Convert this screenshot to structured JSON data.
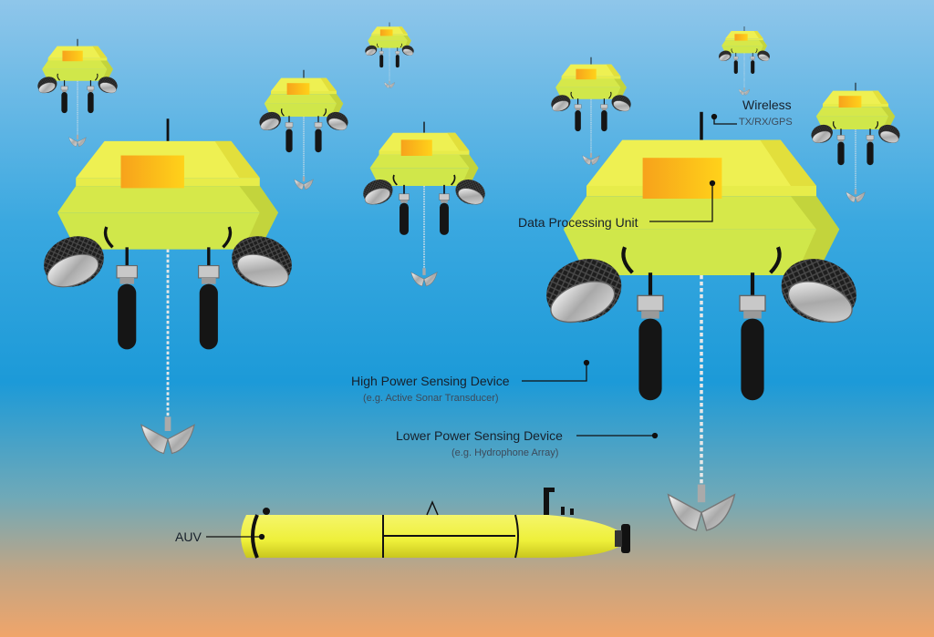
{
  "labels": {
    "wireless": "Wireless",
    "wireless_sub": "TX/RX/GPS",
    "data_processing": "Data Processing Unit",
    "high_power": "High Power Sensing Device",
    "high_power_sub": "(e.g. Active Sonar Transducer)",
    "lower_power": "Lower Power Sensing Device",
    "lower_power_sub": "(e.g. Hydrophone Array)",
    "auv": "AUV"
  },
  "colors": {
    "sea_top": "#8fc6ea",
    "sea_mid": "#1c9ad8",
    "seabed": "#f0a56a",
    "buoy_yellow": "#eef052",
    "buoy_green": "#d6e84a",
    "screen_orange": "#f7a21b",
    "auv_yellow": "#eef03a"
  },
  "icons": [
    "buoy-node-icon",
    "antenna-icon",
    "sonar-transducer-icon",
    "hydrophone-icon",
    "anchor-icon",
    "auv-icon"
  ]
}
